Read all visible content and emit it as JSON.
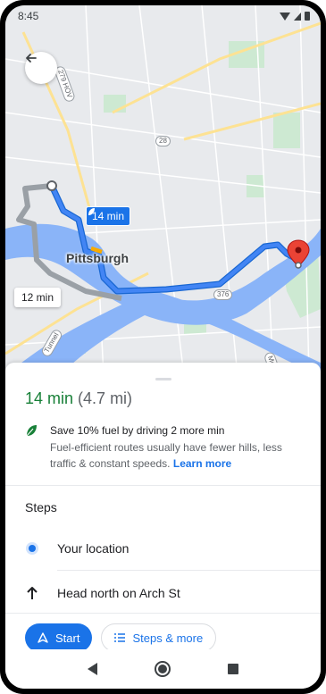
{
  "status_bar": {
    "time": "8:45"
  },
  "map": {
    "city_label": "Pittsburgh",
    "route_badge": "14 min",
    "alt_route_badge": "12 min",
    "road_labels": {
      "road_1": "279 HOV",
      "road_2": "28",
      "road_3": "376",
      "road_4": "Tunnel",
      "road_5": "Mo"
    }
  },
  "sheet": {
    "summary_time": "14 min",
    "summary_distance": "(4.7 mi)",
    "eco_title": "Save 10% fuel by driving 2 more min",
    "eco_description": "Fuel-efficient routes usually have fewer hills, less traffic & constant speeds.",
    "eco_link": "Learn more",
    "steps_heading": "Steps",
    "steps": [
      {
        "label": "Your location",
        "icon": "location-dot-icon"
      },
      {
        "label": "Head north on Arch St",
        "icon": "arrow-up-icon"
      }
    ],
    "start_label": "Start",
    "steps_more_label": "Steps & more"
  },
  "colors": {
    "accent": "#1a73e8",
    "eta_green": "#188038",
    "route_blue": "#4285f4",
    "alt_route_gray": "#9aa0a6",
    "river": "#8ab4f8",
    "destination_pin": "#ea4335"
  }
}
